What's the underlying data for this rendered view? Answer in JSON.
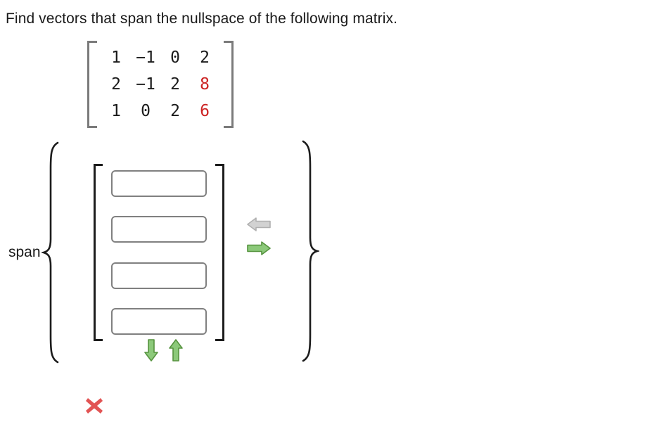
{
  "problem": {
    "prompt": "Find vectors that span the nullspace of the following matrix."
  },
  "matrix": {
    "rows": [
      [
        {
          "value": "1",
          "color": "#1a1a1a"
        },
        {
          "value": "−1",
          "color": "#1a1a1a"
        },
        {
          "value": "0",
          "color": "#1a1a1a"
        },
        {
          "value": "2",
          "color": "#1a1a1a"
        }
      ],
      [
        {
          "value": "2",
          "color": "#1a1a1a"
        },
        {
          "value": "−1",
          "color": "#1a1a1a"
        },
        {
          "value": "2",
          "color": "#1a1a1a"
        },
        {
          "value": "8",
          "color": "#cc2222"
        }
      ],
      [
        {
          "value": "1",
          "color": "#1a1a1a"
        },
        {
          "value": "0",
          "color": "#1a1a1a"
        },
        {
          "value": "2",
          "color": "#1a1a1a"
        },
        {
          "value": "6",
          "color": "#cc2222"
        }
      ]
    ],
    "bracket_color": "#7b7b7b",
    "accent_color": "#cc2222"
  },
  "answer": {
    "span_label": "span",
    "bracket_color": "#1c1c1c",
    "input_border_color": "#808080",
    "entries": [
      {
        "value": "",
        "placeholder": ""
      },
      {
        "value": "",
        "placeholder": ""
      },
      {
        "value": "",
        "placeholder": ""
      },
      {
        "value": "",
        "placeholder": ""
      }
    ]
  },
  "controls": {
    "previous_vector": {
      "icon": "arrow-left-icon",
      "enabled": false,
      "color": "#c6c6c6",
      "outline": "#a8a8a8"
    },
    "next_vector": {
      "icon": "arrow-right-icon",
      "enabled": true,
      "color": "#8cc97a",
      "outline": "#56933f"
    },
    "remove_row": {
      "icon": "arrow-down-icon",
      "enabled": true,
      "color": "#8cc97a",
      "outline": "#56933f"
    },
    "add_row": {
      "icon": "arrow-up-icon",
      "enabled": true,
      "color": "#8cc97a",
      "outline": "#56933f"
    }
  },
  "feedback": {
    "status": "incorrect",
    "icon": "x-mark-icon",
    "color": "#e25454"
  }
}
